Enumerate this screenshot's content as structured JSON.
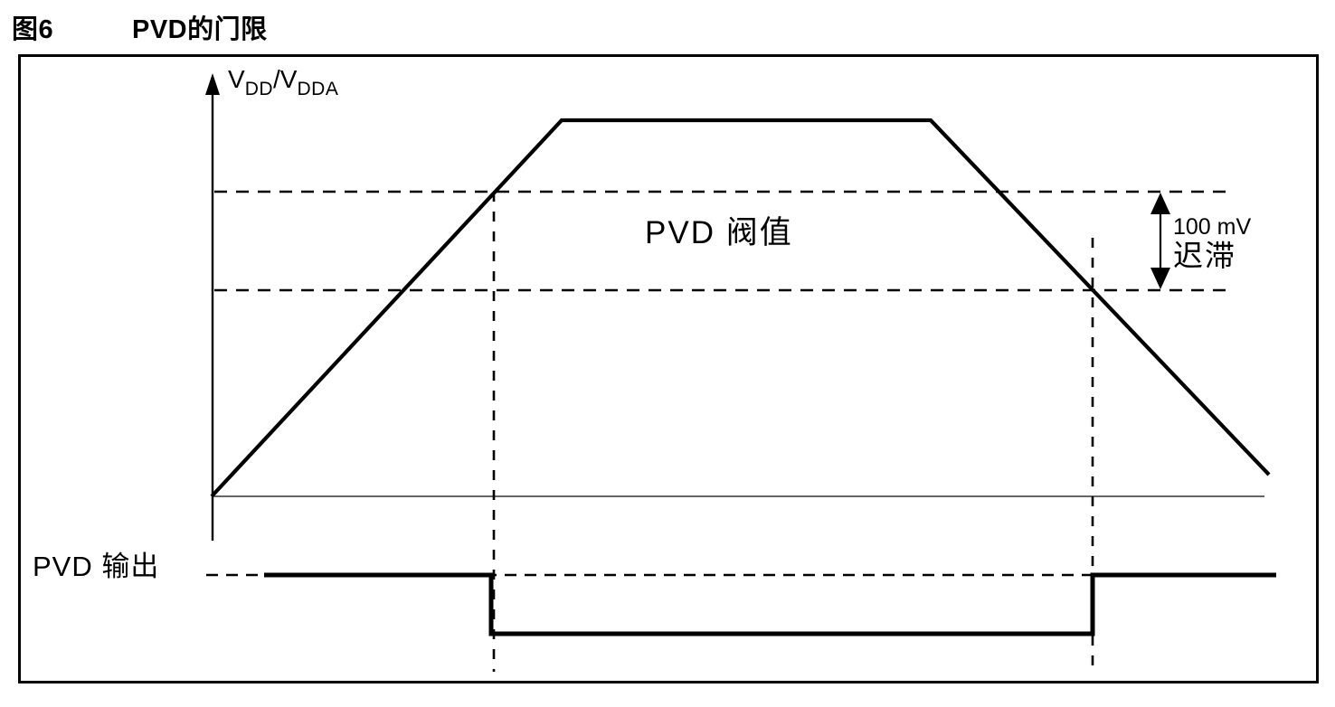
{
  "figure": {
    "number": "图6",
    "title": "PVD的门限"
  },
  "diagram": {
    "axis_label": {
      "base1": "V",
      "sub1": "DD",
      "base2": "/V",
      "sub2": "DDA"
    },
    "threshold_label": "PVD 阀值",
    "hysteresis": {
      "value": "100 mV",
      "label": "迟滞"
    },
    "output_label": "PVD 输出",
    "colors": {
      "ink": "#000000",
      "axis": "#333333",
      "background": "#ffffff"
    }
  }
}
